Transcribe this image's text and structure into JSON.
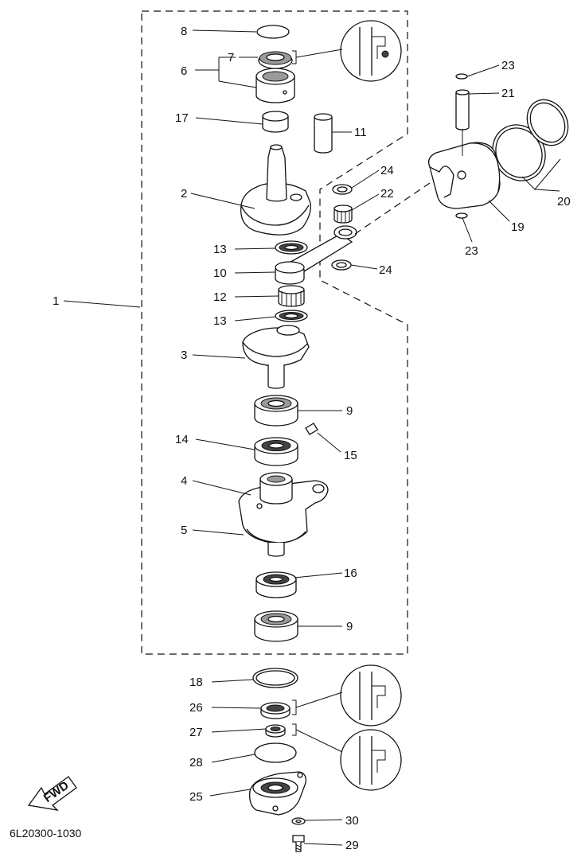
{
  "diagram_code": "6L20300-1030",
  "fwd_label": "FWD",
  "callouts": {
    "c1": "1",
    "c2": "2",
    "c3": "3",
    "c4": "4",
    "c5": "5",
    "c6": "6",
    "c7": "7",
    "c8": "8",
    "c9a": "9",
    "c9b": "9",
    "c10": "10",
    "c11": "11",
    "c12": "12",
    "c13a": "13",
    "c13b": "13",
    "c14": "14",
    "c15": "15",
    "c16": "16",
    "c17": "17",
    "c18": "18",
    "c19": "19",
    "c20": "20",
    "c21": "21",
    "c22": "22",
    "c23a": "23",
    "c23b": "23",
    "c24a": "24",
    "c24b": "24",
    "c25": "25",
    "c26": "26",
    "c27": "27",
    "c28": "28",
    "c29": "29",
    "c30": "30"
  }
}
